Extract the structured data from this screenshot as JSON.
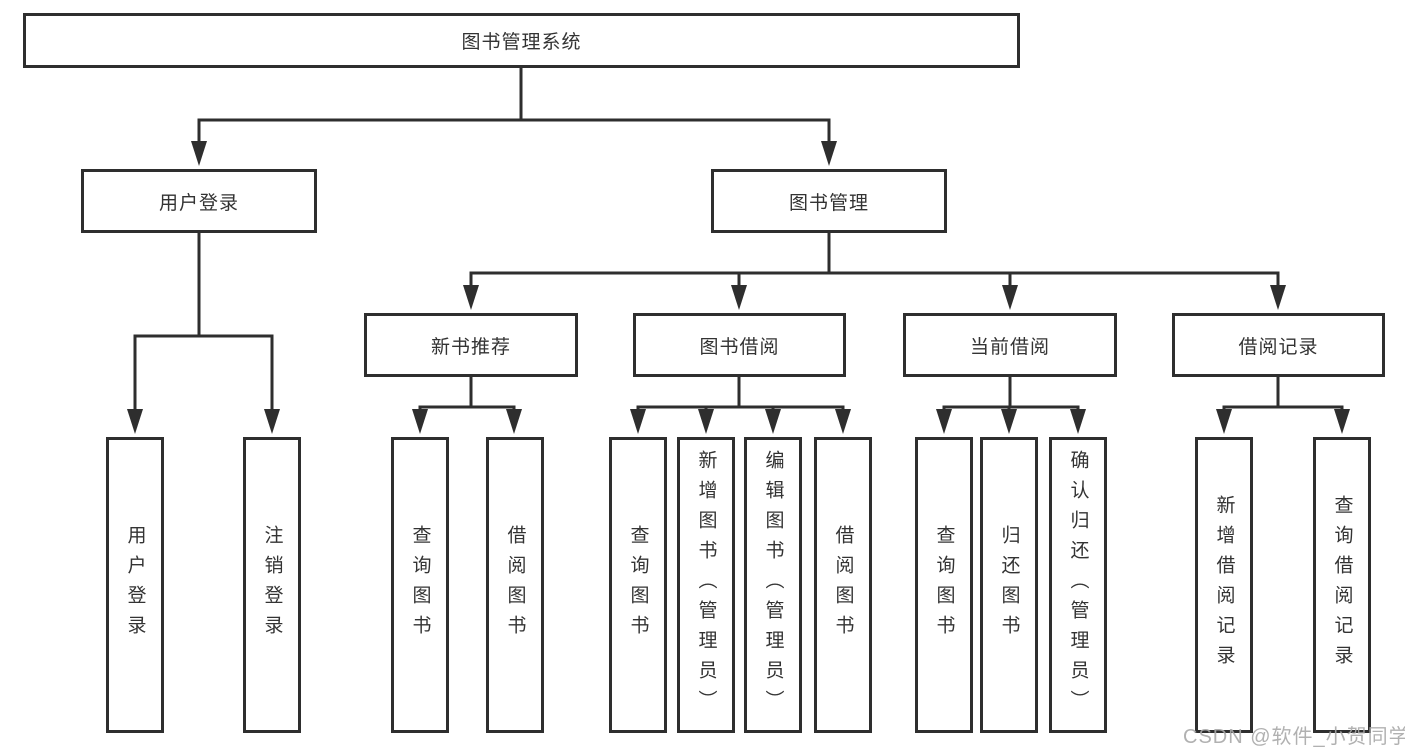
{
  "diagram": {
    "type": "hierarchy-tree",
    "root": {
      "label": "图书管理系统",
      "children": [
        {
          "label": "用户登录",
          "children": [
            {
              "label": "用户登录"
            },
            {
              "label": "注销登录"
            }
          ]
        },
        {
          "label": "图书管理",
          "children": [
            {
              "label": "新书推荐",
              "children": [
                {
                  "label": "查询图书"
                },
                {
                  "label": "借阅图书"
                }
              ]
            },
            {
              "label": "图书借阅",
              "children": [
                {
                  "label": "查询图书"
                },
                {
                  "label": "新增图书（管理员）"
                },
                {
                  "label": "编辑图书（管理员）"
                },
                {
                  "label": "借阅图书"
                }
              ]
            },
            {
              "label": "当前借阅",
              "children": [
                {
                  "label": "查询图书"
                },
                {
                  "label": "归还图书"
                },
                {
                  "label": "确认归还（管理员）"
                }
              ]
            },
            {
              "label": "借阅记录",
              "children": [
                {
                  "label": "新增借阅记录"
                },
                {
                  "label": "查询借阅记录"
                }
              ]
            }
          ]
        }
      ]
    },
    "colors": {
      "line": "#2e2e2e",
      "box_border": "#2e2e2e",
      "text": "#333333",
      "background": "#ffffff"
    }
  },
  "watermark": {
    "text": "CSDN @软件_小贺同学"
  }
}
